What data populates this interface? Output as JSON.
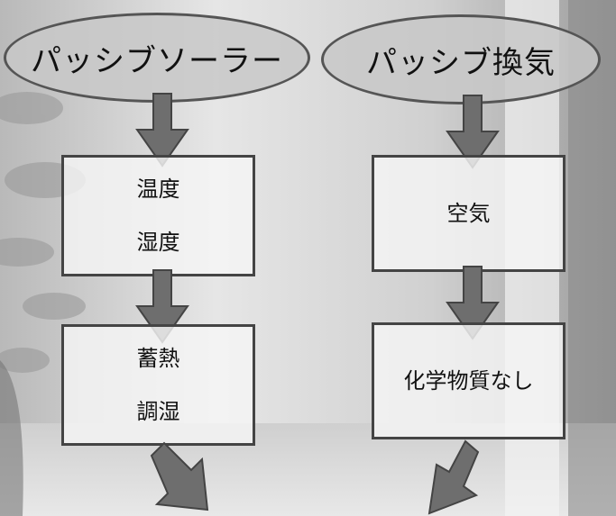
{
  "diagram": {
    "left_column": {
      "header": "パッシブソーラー",
      "box1_lines": [
        "温度",
        "湿度"
      ],
      "box2_lines": [
        "蓄熱",
        "調湿"
      ]
    },
    "right_column": {
      "header": "パッシブ換気",
      "box1_text": "空気",
      "box2_text": "化学物質なし"
    }
  },
  "colors": {
    "arrow_fill": "#6e6e6e",
    "border": "#444444",
    "box_fill": "#f2f2f2",
    "ellipse_fill": "#c8c8c8"
  }
}
